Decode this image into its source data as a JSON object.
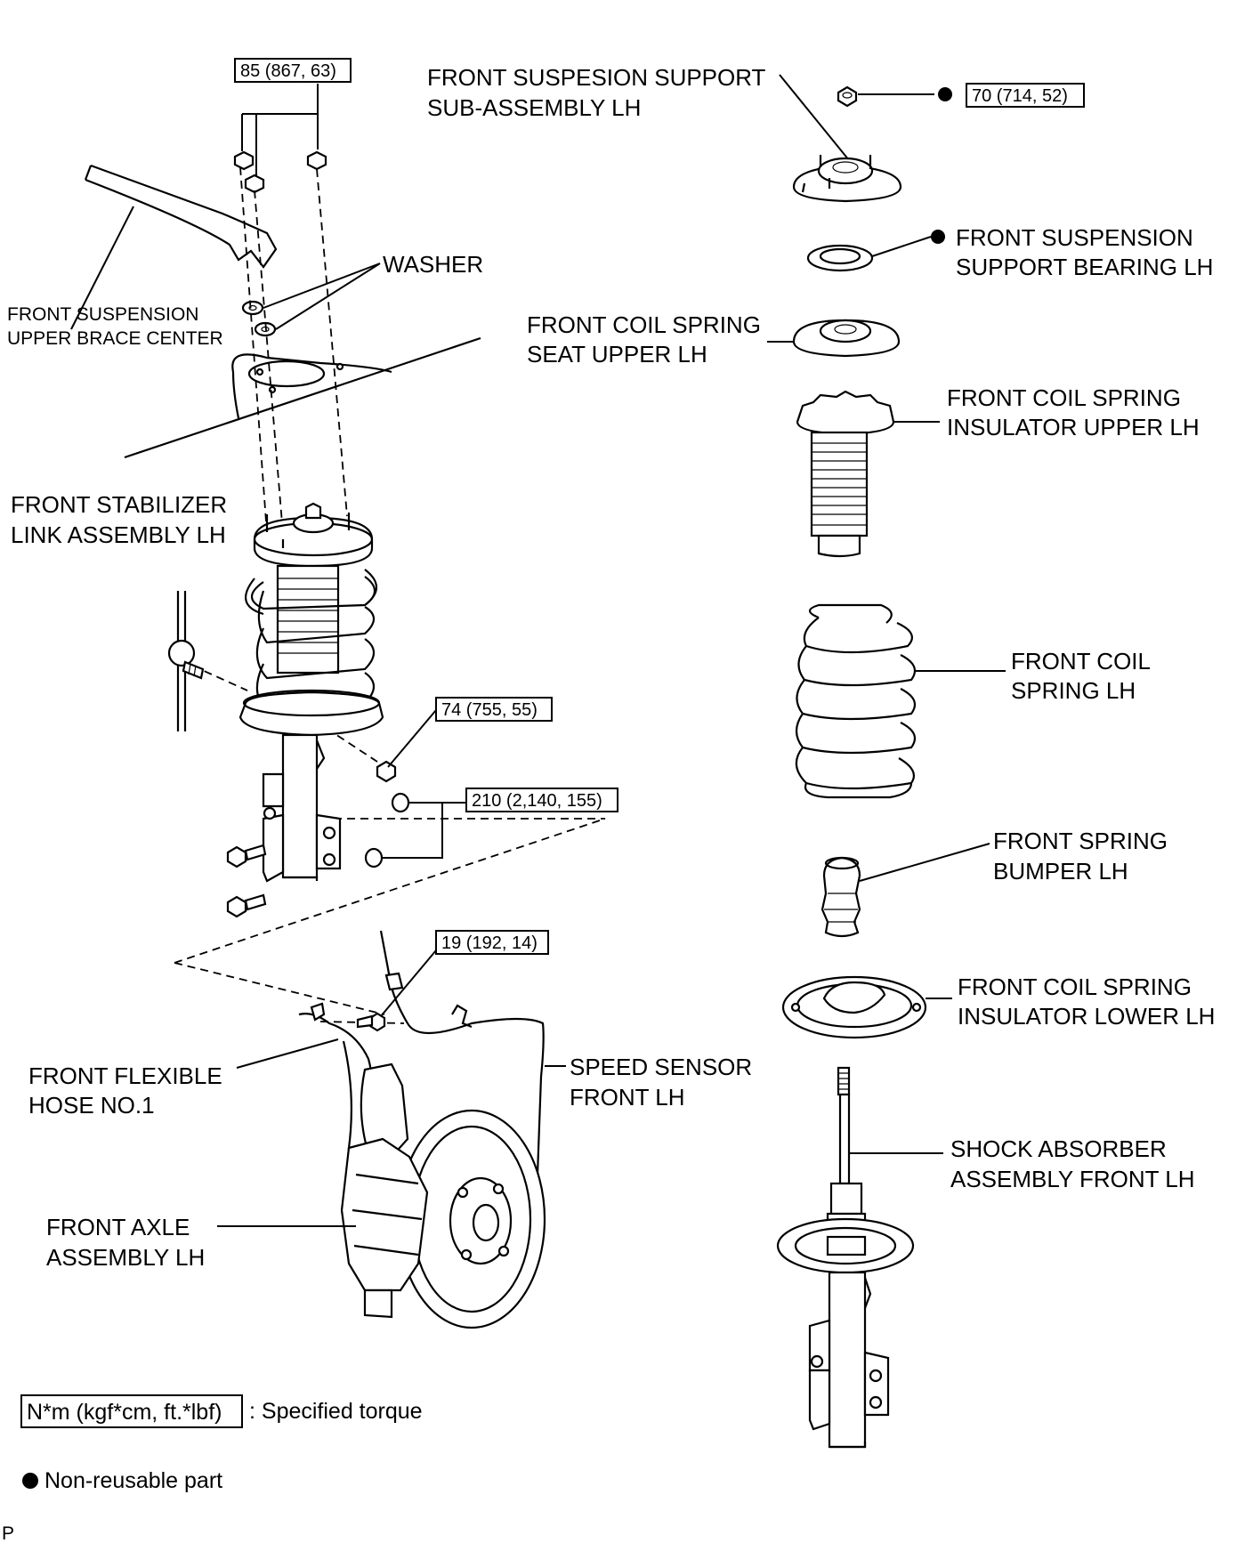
{
  "labels": {
    "front_suspension_support": [
      "FRONT SUSPESION SUPPORT",
      "SUB-ASSEMBLY LH"
    ],
    "front_suspension_support_bearing": [
      "FRONT SUSPENSION",
      "SUPPORT BEARING LH"
    ],
    "front_coil_spring_seat_upper": [
      "FRONT COIL SPRING",
      "SEAT UPPER LH"
    ],
    "front_coil_spring_insulator_upper": [
      "FRONT COIL SPRING",
      "INSULATOR UPPER LH"
    ],
    "front_coil_spring": [
      "FRONT COIL",
      "SPRING LH"
    ],
    "front_spring_bumper": [
      "FRONT SPRING",
      "BUMPER LH"
    ],
    "front_coil_spring_insulator_lower": [
      "FRONT COIL SPRING",
      "INSULATOR LOWER LH"
    ],
    "shock_absorber": [
      "SHOCK ABSORBER",
      "ASSEMBLY FRONT LH"
    ],
    "washer": [
      "WASHER"
    ],
    "front_suspension_upper_brace_center": [
      "FRONT SUSPENSION",
      "UPPER BRACE CENTER"
    ],
    "front_stabilizer_link": [
      "FRONT STABILIZER",
      "LINK ASSEMBLY LH"
    ],
    "front_flexible_hose": [
      "FRONT FLEXIBLE",
      "HOSE NO.1"
    ],
    "speed_sensor": [
      "SPEED SENSOR",
      "FRONT LH"
    ],
    "front_axle": [
      "FRONT AXLE",
      "ASSEMBLY LH"
    ]
  },
  "torques": {
    "upper_brace": "85 (867, 63)",
    "support_nut": "70 (714, 52)",
    "stabilizer_link": "74 (755, 55)",
    "steering_knuckle": "210 (2,140, 155)",
    "speed_sensor_bolt": "19 (192, 14)"
  },
  "legend": {
    "torque_unit": "N*m (kgf*cm, ft.*lbf)",
    "torque_text": ": Specified torque",
    "nonreusable_text": "Non-reusable part"
  },
  "corner_mark": "P"
}
